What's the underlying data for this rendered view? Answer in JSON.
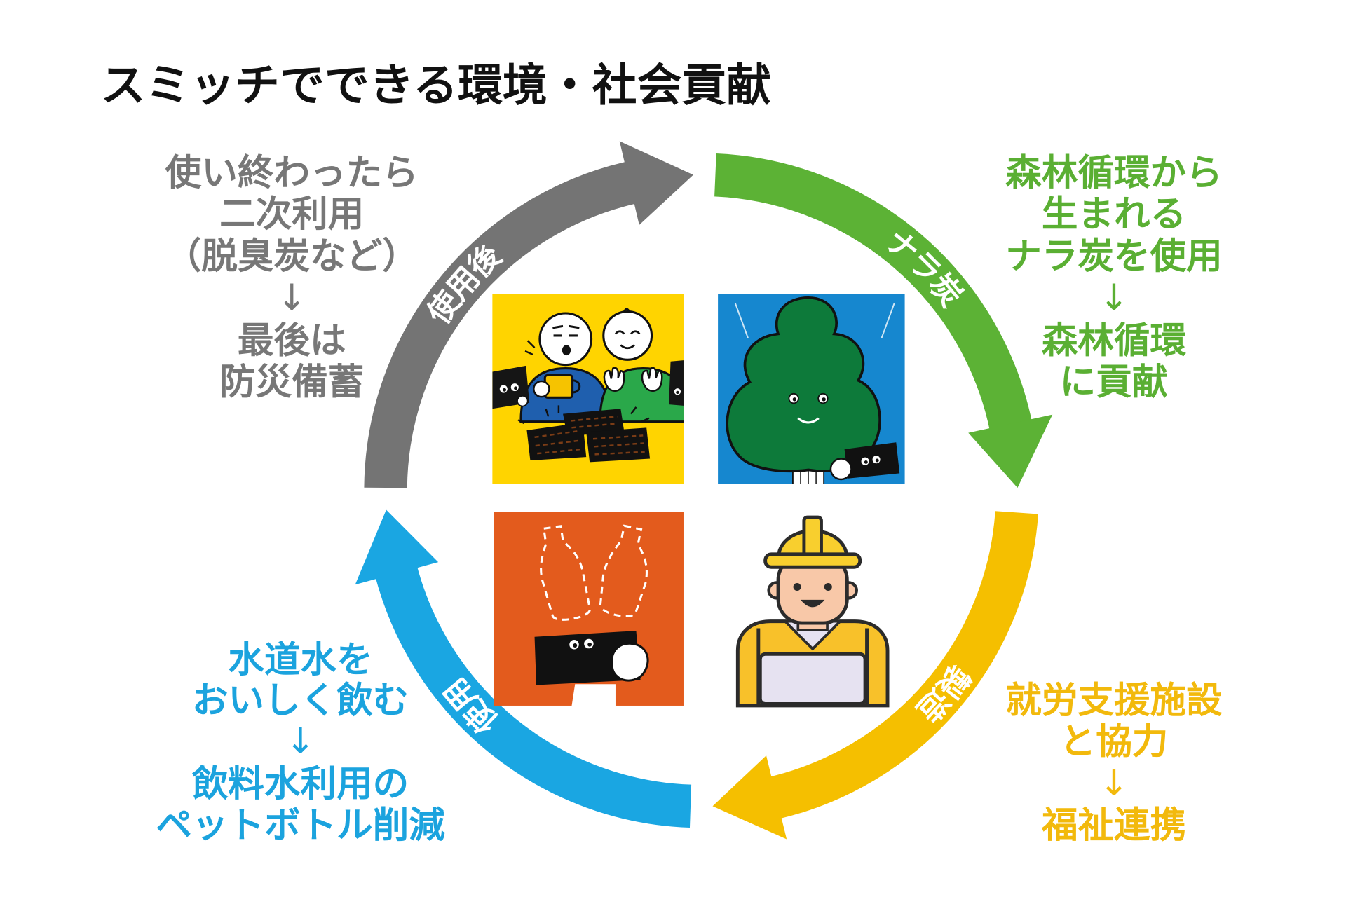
{
  "title": "スミッチでできる環境・社会貢献",
  "cycle": {
    "arcs": [
      {
        "label": "使用後",
        "color": "#747474"
      },
      {
        "label": "ナラ炭",
        "color": "#5cb235"
      },
      {
        "label": "製造",
        "color": "#f5bf00"
      },
      {
        "label": "使用",
        "color": "#1aa6e2"
      }
    ]
  },
  "captions": {
    "after_use": {
      "color": "#777777",
      "lines": [
        "使い終わったら",
        "二次利用",
        "（脱臭炭など）",
        "↓",
        "最後は",
        "防災備蓄"
      ]
    },
    "nara_charcoal": {
      "color": "#5aaf33",
      "lines": [
        "森林循環から",
        "生まれる",
        "ナラ炭を使用",
        "↓",
        "森林循環",
        "に貢献"
      ]
    },
    "manufacturing": {
      "color": "#f2b90c",
      "lines": [
        "就労支援施設",
        "と協力",
        "↓",
        "福祉連携"
      ]
    },
    "use": {
      "color": "#1ba3de",
      "lines": [
        "水道水を",
        "おいしく飲む",
        "↓",
        "飲料水利用の",
        "ペットボトル削減"
      ]
    }
  },
  "illustrations": {
    "after_use_panel": {
      "icon": "people-drinking-coffee-with-charcoal-icon",
      "background": "#ffd400"
    },
    "nara_charcoal_panel": {
      "icon": "tree-with-charcoal-icon",
      "background": "#1687cf"
    },
    "use_panel": {
      "icon": "plastic-bottles-with-charcoal-icon",
      "background": "#e35b1d"
    },
    "manufacturing_panel": {
      "icon": "worker-hard-hat-icon"
    }
  }
}
